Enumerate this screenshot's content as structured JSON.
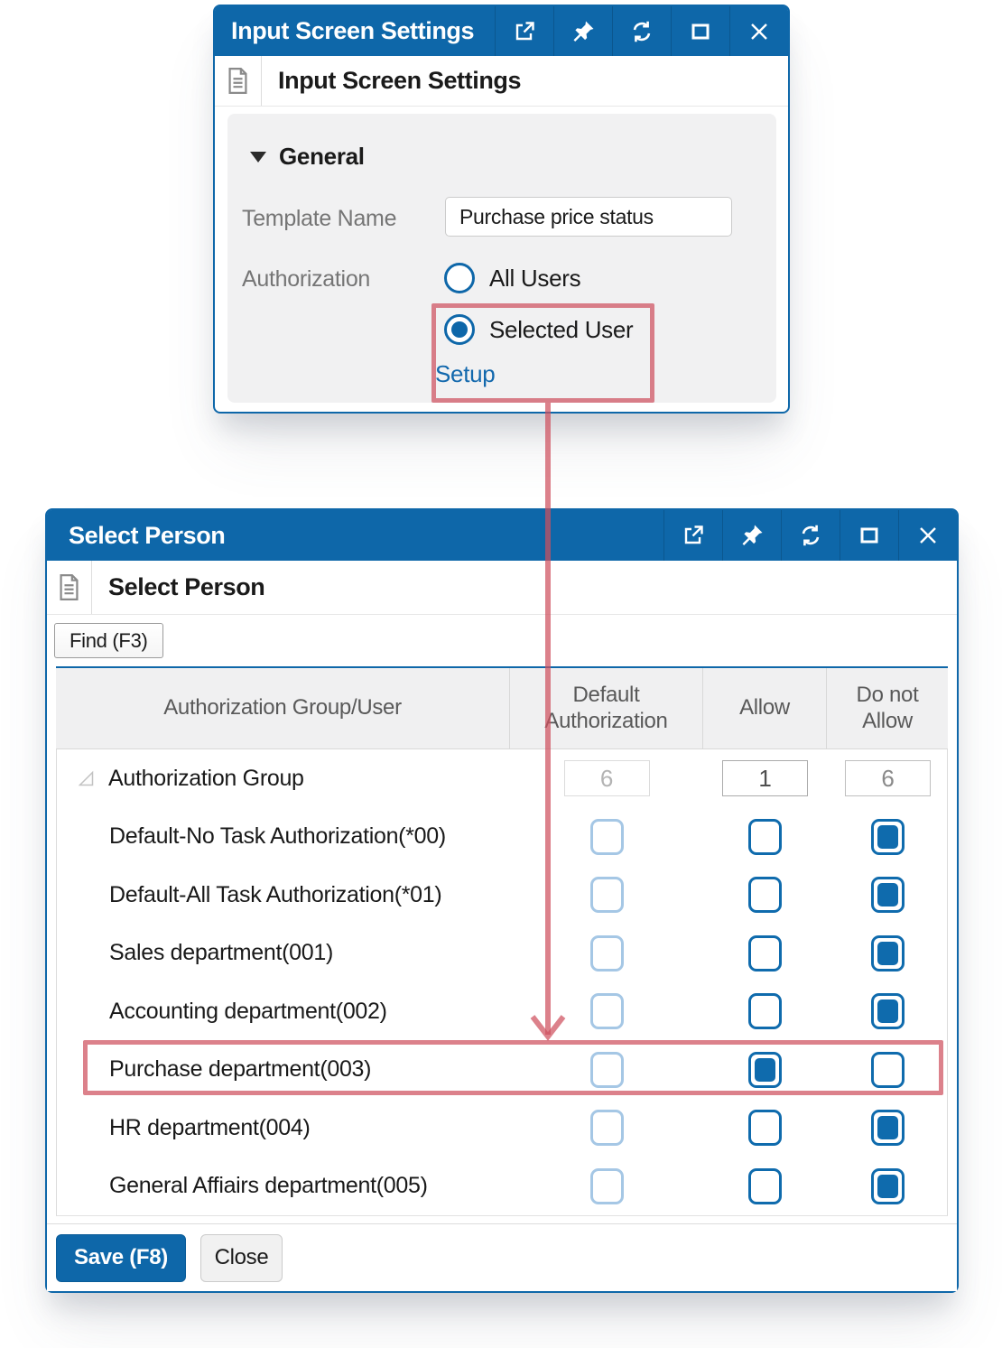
{
  "colors": {
    "accent_blue": "#0e67a9",
    "link_blue": "#1268ad",
    "annotation_pink": "rgba(206,80,94,0.72)",
    "panel_gray": "#f1f1f2",
    "table_header_gray": "#f0f0f1"
  },
  "titlebar_icons": [
    "open-new-window-icon",
    "pin-icon",
    "refresh-icon",
    "maximize-icon",
    "close-icon"
  ],
  "dialog1": {
    "title": "Input Screen Settings",
    "header_title": "Input Screen Settings",
    "general": {
      "section_label": "General",
      "template_name_label": "Template Name",
      "template_name_value": "Purchase price status",
      "authorization_label": "Authorization",
      "radio_all_users": "All Users",
      "all_users_selected": false,
      "radio_selected_user": "Selected User",
      "selected_user_selected": true,
      "setup_link": "Setup"
    }
  },
  "dialog2": {
    "title": "Select Person",
    "header_title": "Select Person",
    "find_button": "Find (F3)",
    "table": {
      "columns": [
        "Authorization Group/User",
        "Default Authorization",
        "Allow",
        "Do not Allow"
      ],
      "group_row": {
        "label": "Authorization Group",
        "default_count": "6",
        "allow_count": "1",
        "do_not_allow_count": "6"
      },
      "rows": [
        {
          "label": "Default-No Task Authorization(*00)",
          "default_auth": false,
          "allow": false,
          "do_not_allow": true
        },
        {
          "label": "Default-All Task Authorization(*01)",
          "default_auth": false,
          "allow": false,
          "do_not_allow": true
        },
        {
          "label": "Sales department(001)",
          "default_auth": false,
          "allow": false,
          "do_not_allow": true
        },
        {
          "label": "Accounting department(002)",
          "default_auth": false,
          "allow": false,
          "do_not_allow": true
        },
        {
          "label": "Purchase department(003)",
          "default_auth": false,
          "allow": true,
          "do_not_allow": false
        },
        {
          "label": "HR department(004)",
          "default_auth": false,
          "allow": false,
          "do_not_allow": true
        },
        {
          "label": "General Affiairs department(005)",
          "default_auth": false,
          "allow": false,
          "do_not_allow": true
        }
      ]
    },
    "save_button": "Save (F8)",
    "close_button": "Close"
  }
}
